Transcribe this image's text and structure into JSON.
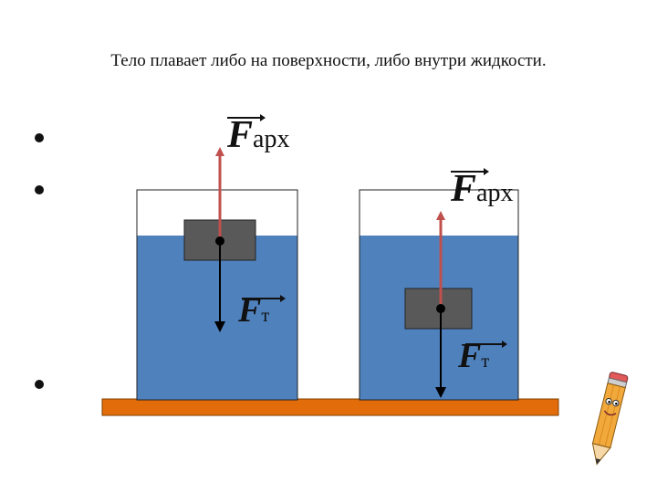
{
  "slide": {
    "title": "Тело плавает либо на поверхности, либо внутри жидкости."
  },
  "labels": {
    "buoyancy_symbol": "F",
    "buoyancy_subscript": "арх",
    "gravity_symbol": "F",
    "gravity_subscript": "т"
  },
  "icons": {
    "pencil": "pencil-character-icon"
  },
  "colors": {
    "water": "#4f81bd",
    "table": "#e36c0a",
    "block": "#595959",
    "buoyancy_arrow": "#c0504d",
    "gravity_arrow": "#000000"
  }
}
